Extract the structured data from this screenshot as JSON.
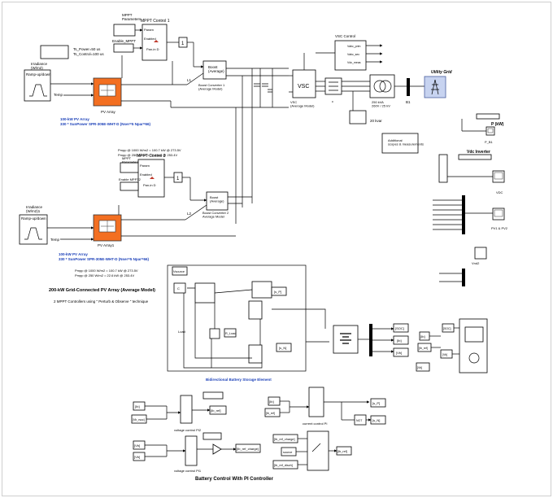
{
  "mppt": {
    "param1": "MPPT\nParameters",
    "ctrl1": "MPPT Control 1",
    "param2": "MPPT\nParameters2",
    "ctrl2": "MPPT Control 2",
    "enable1": "Enable_MPPT",
    "enable2": "Enable MPPT2",
    "ports": [
      "Param",
      "Enabled",
      "Pan-in D"
    ],
    "ports2": [
      "Param",
      "Enabled",
      "Pan-in D"
    ]
  },
  "ts": {
    "power": "Ts_Power=50 us",
    "control": "Ts_Control=100 us"
  },
  "irr1": {
    "label": "Irradiance\n(W/m2)",
    "ramp": "Ramp-up/down",
    "temp": "Temp"
  },
  "irr2": {
    "label": "Irradiance\n(W/m2)1",
    "ramp": "Ramp-up/down",
    "temp": "Temp"
  },
  "pv1": {
    "name": "PV Array",
    "l1": "100-kW  PV Array",
    "l2": "330 * SunPower SPR-305E-WHT-D  (Nser=5 Npar=66)"
  },
  "pv2": {
    "name": "PV Array1",
    "l1": "100-kW  PV Array",
    "l2": "330 * SunPower SPR-305E-WHT-D  (Nser=5 Npar=66)"
  },
  "pmpp1": [
    "Pmpp @ 1000 W/m2 = 100.7 kW @ 273.5V",
    "Pmpp @ 250 W/m2  = 22.6 kW @ 253.4V"
  ],
  "pmpp2": [
    "Pmpp @ 1000 W/m2 = 100.7 kW @ 273.5V",
    "Pmpp @ 250 W/m2  = 22.6 kW @ 253.4V"
  ],
  "boost1": {
    "name": "Boost\n(Average)",
    "caption": "Boost Converter 1\n(Average Model)"
  },
  "boost2": {
    "name": "Boost\n(Average)",
    "caption": "Boost Converter 2\nAverage Model"
  },
  "l1": "L1",
  "l2": "L2",
  "vsc": {
    "name": "VSC",
    "caption": "VSC\n(Average Model)",
    "ctrl": "VSC Control",
    "ports": [
      "Vabc_prim",
      "Vabc_sec",
      "Vdc_meas"
    ]
  },
  "xfmr": "250 kVA\n260V / 25 kV",
  "b1": "B1",
  "grid": "Utility Grid",
  "choke": "20 kvar",
  "additional": "Additional\nscopes & measurements",
  "right": {
    "pkw": "P (kW)",
    "pb1": "P_B1",
    "vdc_inv": "Vdc Inverter",
    "vdc": "VDC",
    "pv1pv2": "PV1 & PV2",
    "vnd": "Vnd2"
  },
  "title": "200-kW Grid-Connected PV Array  (Average Model)",
  "subtitle": "2 MPPT Controllers using \" Perturb & Observe \" technique",
  "batt": {
    "title": "Bidirectional Battery Storage Element",
    "source": "Vsource",
    "load": "Load",
    "rload": "R_Load",
    "s1": "S1",
    "sp": "[s_P]",
    "sn": "[s_N]",
    "out": [
      "[SOC]",
      "[Ib]",
      "[Vb]"
    ],
    "in": [
      "[Ib]",
      "[Ib_ref]",
      "[SOC]",
      "[Vb]"
    ],
    "scopes": [
      "[SOC]",
      "[Vb]",
      "[Ib_ref]"
    ]
  },
  "ctrl": {
    "title": "Battery Control With PI Controller",
    "vpi": "voltage control PI2",
    "vpi2": "voltage control PI1",
    "cpi": "current control PI",
    "ibref": "[Ib_ref]",
    "ibref_chg": "[Ib_ref_charge]",
    "vb": "[Vb]",
    "vlcnt": "[Vb_rsoc]",
    "ib": "[Ib]",
    "ibref2": "[Ib_ref]",
    "sp": "[s_P]",
    "sn": "[s_N]",
    "sw": [
      "[Ib_ref_charge]",
      "source",
      "[Ib_ref_disch]"
    ],
    "not": "NOT",
    "ibmax": "[Ib_ref]"
  }
}
